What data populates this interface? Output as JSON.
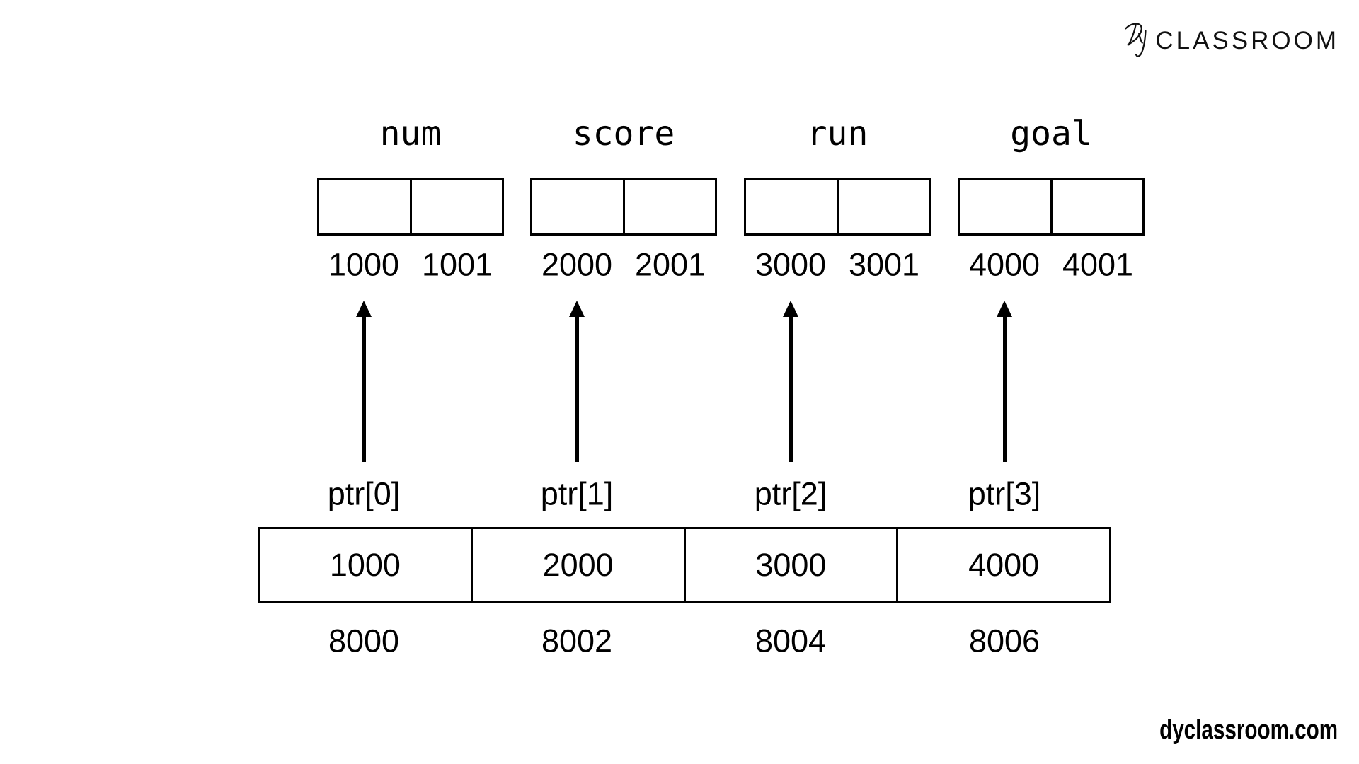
{
  "logo": {
    "mark": "Dy",
    "text": "CLASSROOM"
  },
  "footer": {
    "site": "dyclassroom.com"
  },
  "variables": [
    {
      "name": "num",
      "addresses": [
        "1000",
        "1001"
      ]
    },
    {
      "name": "score",
      "addresses": [
        "2000",
        "2001"
      ]
    },
    {
      "name": "run",
      "addresses": [
        "3000",
        "3001"
      ]
    },
    {
      "name": "goal",
      "addresses": [
        "4000",
        "4001"
      ]
    }
  ],
  "pointer_array": {
    "element_labels": [
      "ptr[0]",
      "ptr[1]",
      "ptr[2]",
      "ptr[3]"
    ],
    "values": [
      "1000",
      "2000",
      "3000",
      "4000"
    ],
    "addresses": [
      "8000",
      "8002",
      "8004",
      "8006"
    ]
  },
  "colors": {
    "ink": "#000000",
    "background": "#ffffff"
  }
}
